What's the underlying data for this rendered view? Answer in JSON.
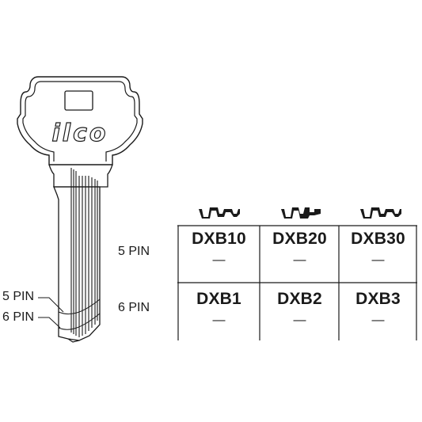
{
  "brand": "ilco",
  "key_labels": {
    "five_pin": "5 PIN",
    "six_pin": "6 PIN"
  },
  "row_labels": [
    "5 PIN",
    "6 PIN"
  ],
  "table": {
    "rows": [
      [
        {
          "code": "DXB10",
          "note": "—"
        },
        {
          "code": "DXB20",
          "note": "—"
        },
        {
          "code": "DXB30",
          "note": "—"
        }
      ],
      [
        {
          "code": "DXB1",
          "note": "—"
        },
        {
          "code": "DXB2",
          "note": "—"
        },
        {
          "code": "DXB3",
          "note": "—"
        }
      ]
    ]
  },
  "profile_icons": [
    "keyway-profile-icon",
    "keyway-profile-icon",
    "keyway-profile-icon"
  ],
  "colors": {
    "line": "#1a1a1a",
    "background": "#ffffff"
  }
}
